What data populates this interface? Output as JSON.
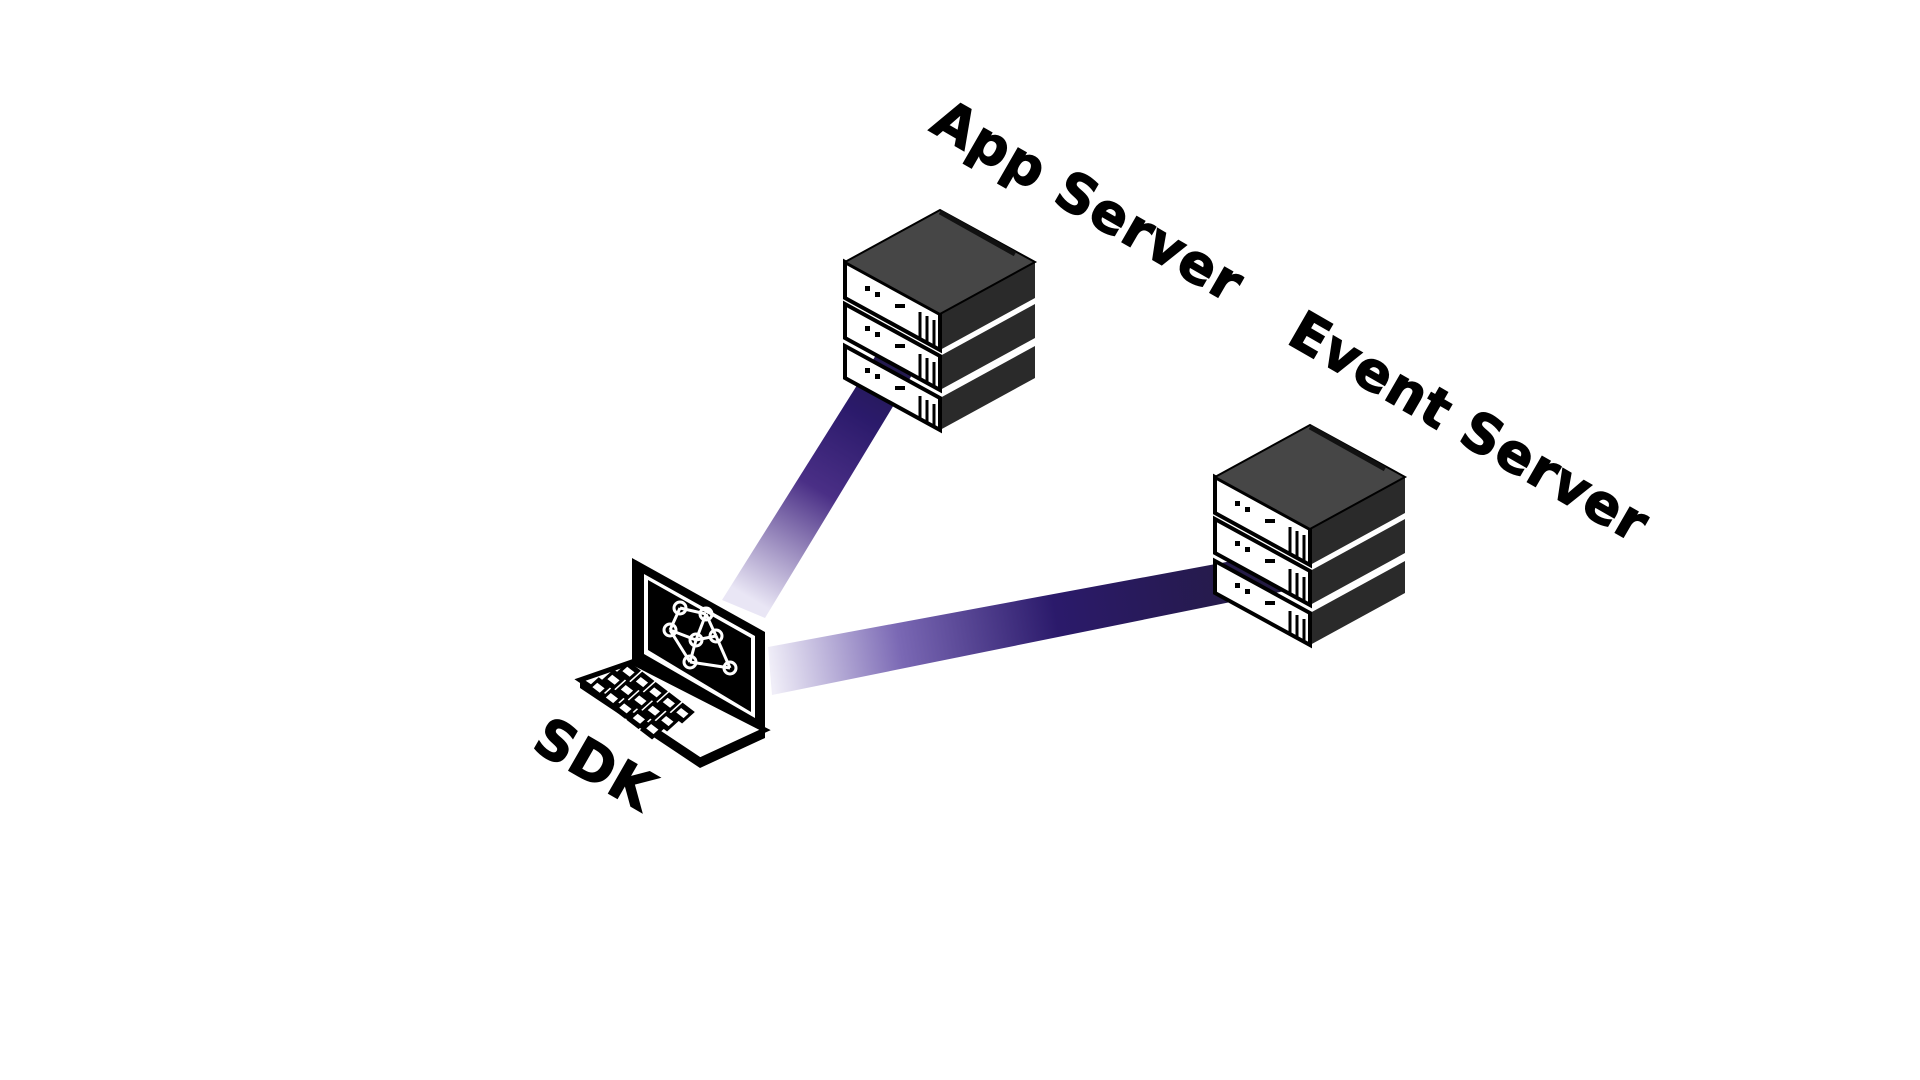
{
  "diagram": {
    "nodes": {
      "sdk": {
        "label": "SDK",
        "icon": "laptop-network-icon"
      },
      "app_server": {
        "label": "App Server",
        "icon": "server-stack-icon"
      },
      "event_server": {
        "label": "Event Server",
        "icon": "server-stack-icon"
      }
    },
    "links": [
      {
        "from": "sdk",
        "to": "app_server"
      },
      {
        "from": "sdk",
        "to": "event_server"
      }
    ]
  },
  "colors": {
    "background": "#ffffff",
    "ink": "#000000",
    "server_top": "#444444",
    "server_side": "#222222",
    "server_front": "#ffffff",
    "link_dark": "#24185c",
    "link_light": "#e9e6f5"
  }
}
